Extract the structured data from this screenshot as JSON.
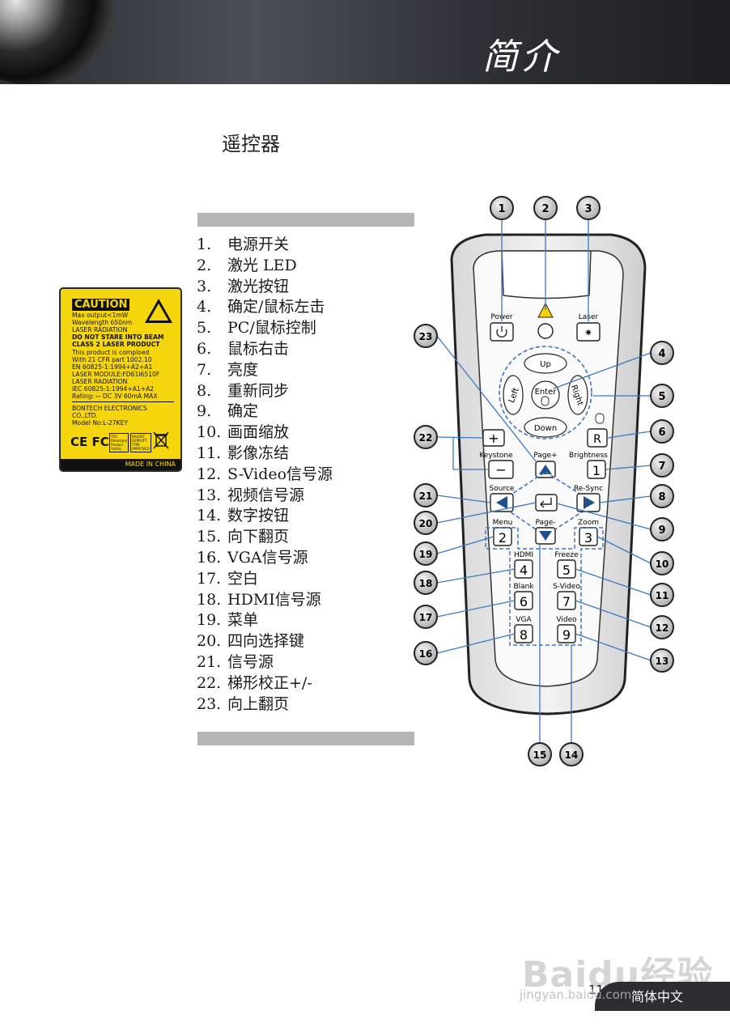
{
  "header": {
    "title": "简介"
  },
  "section": {
    "title": "遥控器"
  },
  "items": [
    {
      "num": "1.",
      "text": "电源开关"
    },
    {
      "num": "2.",
      "text": "激光 LED"
    },
    {
      "num": "3.",
      "text": "激光按钮"
    },
    {
      "num": "4.",
      "text": "确定/鼠标左击"
    },
    {
      "num": "5.",
      "text": "PC/鼠标控制"
    },
    {
      "num": "6.",
      "text": "鼠标右击"
    },
    {
      "num": "7.",
      "text": "亮度"
    },
    {
      "num": "8.",
      "text": "重新同步"
    },
    {
      "num": "9.",
      "text": "确定"
    },
    {
      "num": "10.",
      "text": "画面缩放"
    },
    {
      "num": "11.",
      "text": "影像冻结"
    },
    {
      "num": "12.",
      "text": "S-Video信号源"
    },
    {
      "num": "13.",
      "text": "视频信号源"
    },
    {
      "num": "14.",
      "text": "数字按钮"
    },
    {
      "num": "15.",
      "text": "向下翻页"
    },
    {
      "num": "16.",
      "text": "VGA信号源"
    },
    {
      "num": "17.",
      "text": "空白"
    },
    {
      "num": "18.",
      "text": "HDMI信号源"
    },
    {
      "num": "19.",
      "text": "菜单"
    },
    {
      "num": "20.",
      "text": "四向选择键"
    },
    {
      "num": "21.",
      "text": "信号源"
    },
    {
      "num": "22.",
      "text": "梯形校正+/-"
    },
    {
      "num": "23.",
      "text": "向上翻页"
    }
  ],
  "caution_label": {
    "heading": "CAUTION",
    "lines": [
      "Max output<1mW",
      "Wavelength 650nm",
      "LASER RADIATION",
      "DO NOT STARE INTO BEAM",
      "CLASS 2 LASER PRODUCT",
      "This product is comploed",
      "With  21  CFR  part  1002.10",
      "EN 60825-1:1994+A2+A1",
      "LASER MODULE:FD61I6510F",
      "LASER RADIATION",
      "IEC 60825-1:1994+A1+A2",
      "Rating: ⎓ DC 3V 60mA MAX",
      "BONTECH  ELECTRONICS",
      "CO.,LTD.",
      "Model No:L-27KEY"
    ],
    "marks": "CE FC",
    "cert1": "TÜV Rheinland Product Safety",
    "cert2": "BAUART GEPRÜFT TYPE APPROVED",
    "footer": "MADE IN CHINA"
  },
  "remote": {
    "power": "Power",
    "laser": "Laser",
    "up": "Up",
    "down": "Down",
    "left": "Left",
    "right": "Right",
    "enter": "Enter",
    "r": "R",
    "plus": "+",
    "minus": "−",
    "keystone": "Keystone",
    "page_plus": "Page+",
    "page_minus": "Page-",
    "brightness": "Brightness",
    "resync": "Re-Sync",
    "source": "Source",
    "zoom": "Zoom",
    "menu": "Menu",
    "hdmi": "HDMI",
    "freeze": "Freeze",
    "blank": "Blank",
    "svideo": "S-Video",
    "vga": "VGA",
    "video": "Video",
    "digits": [
      "1",
      "2",
      "3",
      "4",
      "5",
      "6",
      "7",
      "8",
      "9"
    ],
    "callouts": [
      "1",
      "2",
      "3",
      "4",
      "5",
      "6",
      "7",
      "8",
      "9",
      "10",
      "11",
      "12",
      "13",
      "14",
      "15",
      "16",
      "17",
      "18",
      "19",
      "20",
      "21",
      "22",
      "23"
    ]
  },
  "footer": {
    "page_number": "11",
    "language": "简体中文"
  },
  "watermark": {
    "main": "Baidu经验",
    "sub": "jingyan.baidu.com"
  }
}
